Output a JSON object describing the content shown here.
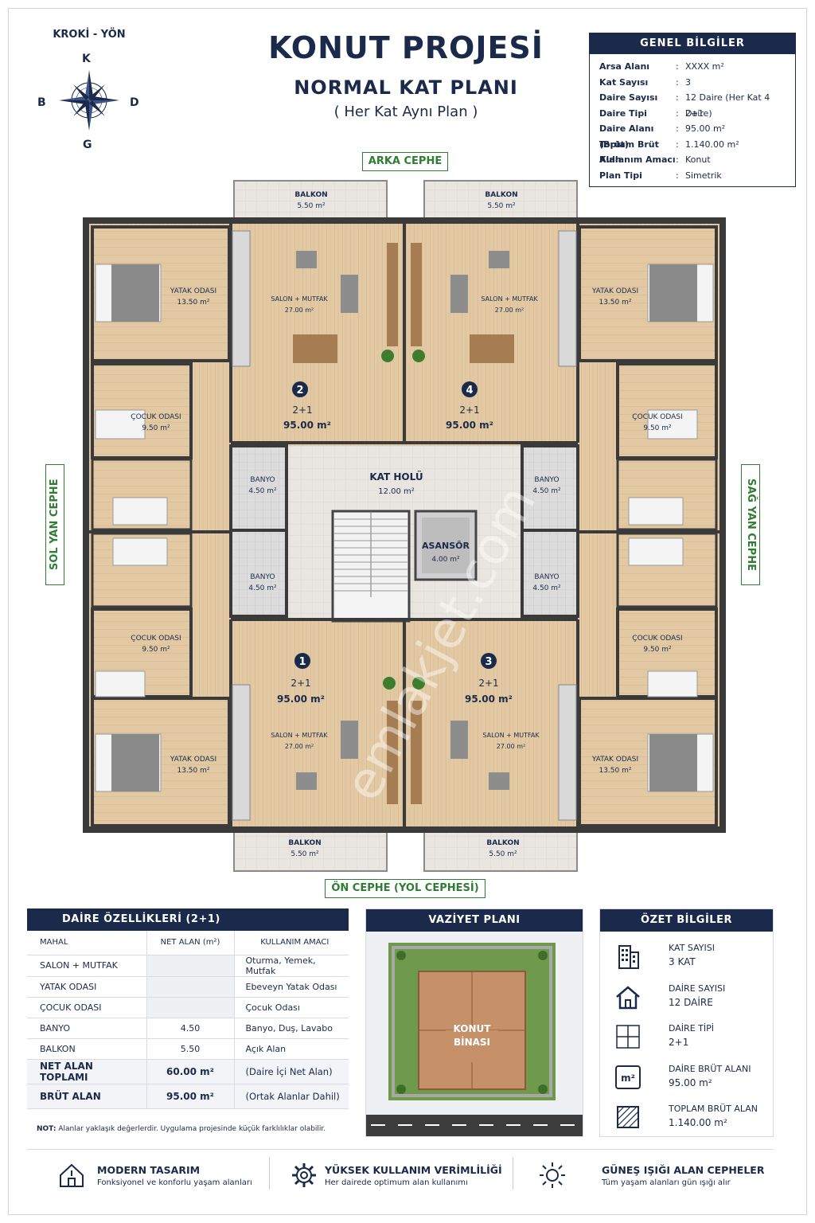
{
  "compass": {
    "title": "KROKİ - YÖN",
    "north": "K",
    "south": "G",
    "west": "B",
    "east": "D"
  },
  "title": {
    "main": "KONUT PROJESİ",
    "sub": "NORMAL KAT PLANI",
    "note": "( Her Kat Aynı Plan )"
  },
  "genel": {
    "header": "GENEL BİLGİLER",
    "rows": [
      {
        "k": "Arsa Alanı",
        "v": "XXXX m²"
      },
      {
        "k": "Kat Sayısı",
        "v": "3"
      },
      {
        "k": "Daire Sayısı",
        "v": "12 Daire (Her Kat 4 Daire)"
      },
      {
        "k": "Daire Tipi",
        "v": "2+1"
      },
      {
        "k": "Daire Alanı (Brüt)",
        "v": "95.00 m²"
      },
      {
        "k": "Toplam Brüt Alan",
        "v": "1.140.00 m²"
      },
      {
        "k": "Kullanım Amacı",
        "v": "Konut"
      },
      {
        "k": "Plan Tipi",
        "v": "Simetrik"
      }
    ],
    "colon": ":"
  },
  "facades": {
    "back": "ARKA CEPHE",
    "front": "ÖN CEPHE (YOL CEPHESİ)",
    "left": "SOL YAN CEPHE",
    "right": "SAĞ YAN CEPHE"
  },
  "plan": {
    "balkon": "BALKON",
    "balkon_area": "5.50 m²",
    "yatak": "YATAK ODASI",
    "yatak_area": "13.50 m²",
    "salon": "SALON + MUTFAK",
    "salon_area": "27.00 m²",
    "cocuk": "ÇOCUK ODASI",
    "cocuk_area": "9.50 m²",
    "banyo": "BANYO",
    "banyo_area": "4.50 m²",
    "hol": "KAT HOLÜ",
    "hol_area": "12.00 m²",
    "asansor": "ASANSÖR",
    "asansor_area": "4.00 m²",
    "unit_type": "2+1",
    "unit_area": "95.00 m²",
    "units": [
      "1",
      "2",
      "3",
      "4"
    ],
    "watermark": "emlakjet.com"
  },
  "daire": {
    "header": "DAİRE ÖZELLİKLERİ (2+1)",
    "cols": [
      "MAHAL",
      "NET ALAN (m²)",
      "KULLANIM AMACI"
    ],
    "rows": [
      {
        "mahal": "SALON + MUTFAK",
        "net": "",
        "amac": "Oturma, Yemek, Mutfak"
      },
      {
        "mahal": "YATAK ODASI",
        "net": "",
        "amac": "Ebeveyn Yatak Odası"
      },
      {
        "mahal": "ÇOCUK ODASI",
        "net": "",
        "amac": "Çocuk Odası"
      },
      {
        "mahal": "BANYO",
        "net": "4.50",
        "amac": "Banyo, Duş, Lavabo"
      },
      {
        "mahal": "BALKON",
        "net": "5.50",
        "amac": "Açık Alan"
      }
    ],
    "net_total": {
      "label": "NET ALAN TOPLAMI",
      "val": "60.00 m²",
      "desc": "(Daire İçi Net Alan)"
    },
    "brut_total": {
      "label": "BRÜT ALAN",
      "val": "95.00 m²",
      "desc": "(Ortak Alanlar Dahil)"
    },
    "note_bold": "NOT:",
    "note": "Alanlar yaklaşık değerlerdir. Uygulama projesinde küçük farklılıklar olabilir."
  },
  "vaziyet": {
    "header": "VAZİYET PLANI",
    "building_line1": "KONUT",
    "building_line2": "BİNASI"
  },
  "ozet": {
    "header": "ÖZET BİLGİLER",
    "items": [
      {
        "icon": "building-icon",
        "label": "KAT SAYISI",
        "value": "3 KAT"
      },
      {
        "icon": "house-icon",
        "label": "DAİRE SAYISI",
        "value": "12 DAİRE"
      },
      {
        "icon": "floorplan-icon",
        "label": "DAİRE TİPİ",
        "value": "2+1"
      },
      {
        "icon": "m2-icon",
        "label": "DAİRE BRÜT ALANI",
        "value": "95.00 m²"
      },
      {
        "icon": "hatch-icon",
        "label": "TOPLAM BRÜT ALAN",
        "value": "1.140.00 m²"
      }
    ],
    "m2_text": "m²"
  },
  "footer": [
    {
      "icon": "modern-design-icon",
      "title": "MODERN TASARIM",
      "desc": "Fonksiyonel ve konforlu yaşam alanları"
    },
    {
      "icon": "gear-icon",
      "title": "YÜKSEK KULLANIM VERİMLİLİĞİ",
      "desc": "Her dairede optimum alan kullanımı"
    },
    {
      "icon": "sun-icon",
      "title": "GÜNEŞ IŞIĞI ALAN CEPHELER",
      "desc": "Tüm yaşam alanları gün ışığı alır"
    }
  ]
}
